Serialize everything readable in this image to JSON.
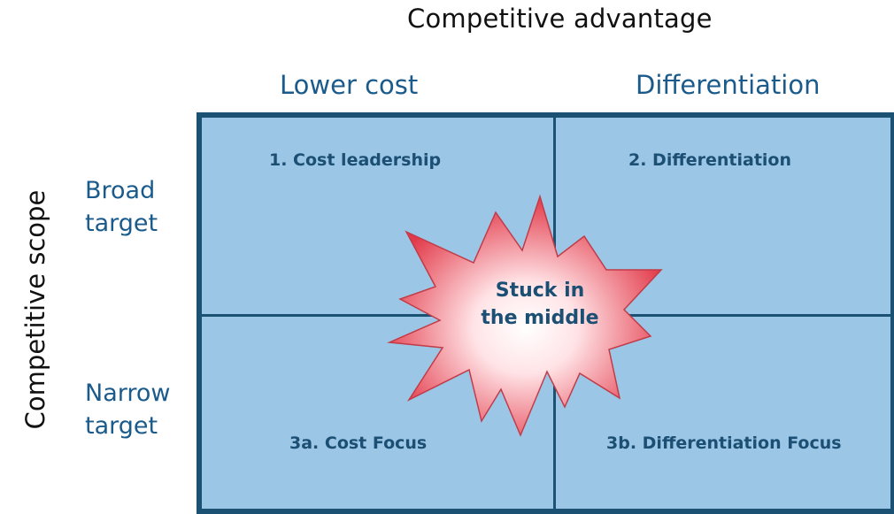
{
  "title": "Competitive advantage",
  "columns": {
    "left": "Lower cost",
    "right": "Differentiation"
  },
  "rows_axis_label": "Competitive scope",
  "rows": {
    "top_line1": "Broad",
    "top_line2": "target",
    "bottom_line1": "Narrow",
    "bottom_line2": "target"
  },
  "quadrants": {
    "q1": "1. Cost leadership",
    "q2": "2. Differentiation",
    "q3a": "3a. Cost Focus",
    "q3b": "3b. Differentiation Focus"
  },
  "burst": {
    "line1": "Stuck in",
    "line2": "the middle"
  },
  "colors": {
    "grid_fill": "#9cc6e6",
    "grid_border": "#1b5274",
    "label_blue": "#1a5b8c",
    "burst_edge": "#e23a4a",
    "burst_center": "#ffffff"
  }
}
